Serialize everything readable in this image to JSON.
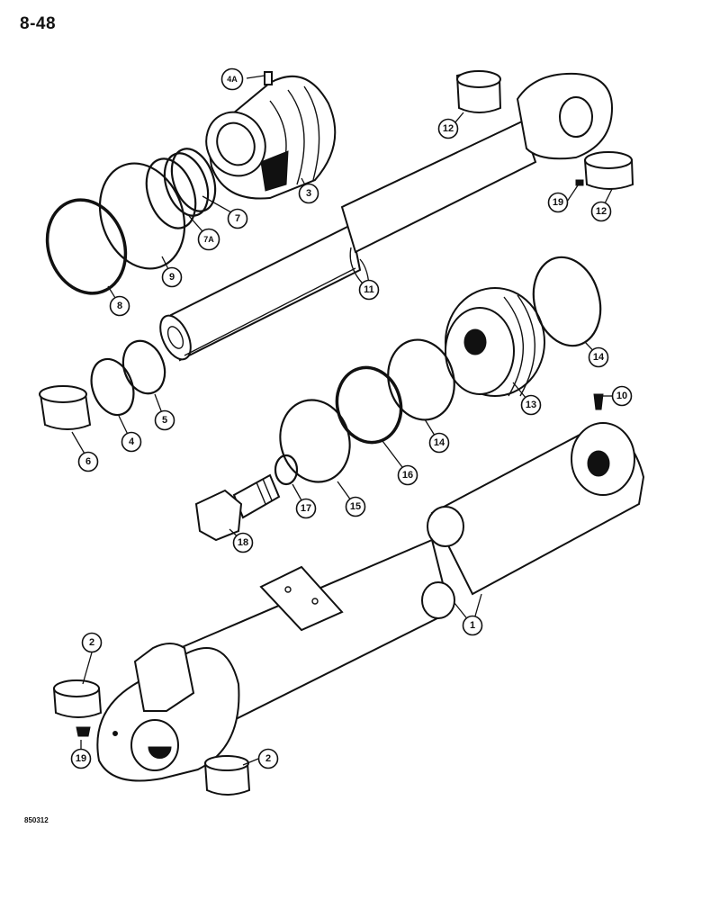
{
  "page": {
    "number": "8-48",
    "figure_code": "850312"
  },
  "parts": [
    {
      "id": "c1",
      "label": "1"
    },
    {
      "id": "c2a",
      "label": "2"
    },
    {
      "id": "c2b",
      "label": "2"
    },
    {
      "id": "c3",
      "label": "3"
    },
    {
      "id": "c4",
      "label": "4"
    },
    {
      "id": "c4a",
      "label": "4A"
    },
    {
      "id": "c5",
      "label": "5"
    },
    {
      "id": "c6",
      "label": "6"
    },
    {
      "id": "c7",
      "label": "7"
    },
    {
      "id": "c7a",
      "label": "7A"
    },
    {
      "id": "c8",
      "label": "8"
    },
    {
      "id": "c9",
      "label": "9"
    },
    {
      "id": "c10",
      "label": "10"
    },
    {
      "id": "c11",
      "label": "11"
    },
    {
      "id": "c12a",
      "label": "12"
    },
    {
      "id": "c12b",
      "label": "12"
    },
    {
      "id": "c13",
      "label": "13"
    },
    {
      "id": "c14a",
      "label": "14"
    },
    {
      "id": "c14b",
      "label": "14"
    },
    {
      "id": "c15",
      "label": "15"
    },
    {
      "id": "c16",
      "label": "16"
    },
    {
      "id": "c17",
      "label": "17"
    },
    {
      "id": "c18",
      "label": "18"
    },
    {
      "id": "c19a",
      "label": "19"
    },
    {
      "id": "c19b",
      "label": "19"
    }
  ]
}
